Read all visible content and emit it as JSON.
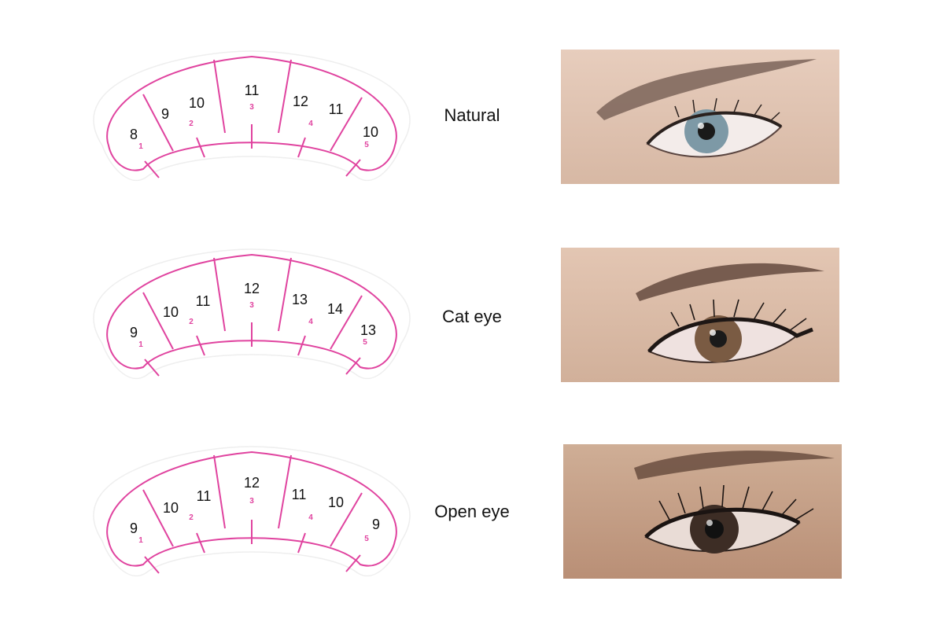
{
  "colors": {
    "outline": "#e0439f",
    "zone_number": "#e0439f",
    "length_text": "#111111",
    "skin": "#dcc0ad",
    "iris_blue": "#7d99a6",
    "iris_brown": "#7a5b43",
    "iris_dark": "#3d2d25"
  },
  "styles": [
    {
      "label": "Natural",
      "lengths": [
        "8",
        "9",
        "10",
        "11",
        "12",
        "11",
        "10"
      ],
      "zones": [
        "1",
        "2",
        "3",
        "4",
        "5"
      ],
      "photo": {
        "icon": "eye-photo-natural",
        "iris": "iris_blue"
      }
    },
    {
      "label": "Cat eye",
      "lengths": [
        "9",
        "10",
        "11",
        "12",
        "13",
        "14",
        "13"
      ],
      "zones": [
        "1",
        "2",
        "3",
        "4",
        "5"
      ],
      "photo": {
        "icon": "eye-photo-cat-eye",
        "iris": "iris_brown"
      }
    },
    {
      "label": "Open eye",
      "lengths": [
        "9",
        "10",
        "11",
        "12",
        "11",
        "10",
        "9"
      ],
      "zones": [
        "1",
        "2",
        "3",
        "4",
        "5"
      ],
      "photo": {
        "icon": "eye-photo-open-eye",
        "iris": "iris_dark"
      }
    }
  ]
}
